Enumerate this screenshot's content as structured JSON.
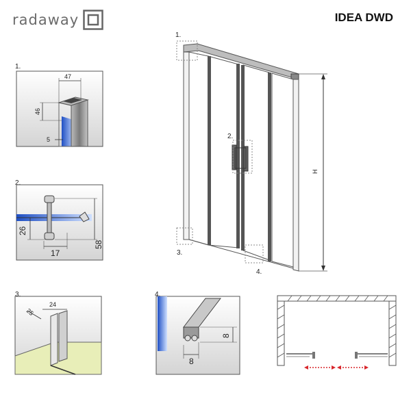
{
  "header": {
    "brand": "radaway",
    "product": "IDEA DWD"
  },
  "main_view": {
    "callout_1": "1.",
    "callout_2": "2.",
    "callout_3": "3.",
    "callout_4": "4.",
    "height_label": "H"
  },
  "details": [
    {
      "number": "1.",
      "dims": [
        "47",
        "46",
        "5"
      ]
    },
    {
      "number": "2.",
      "dims": [
        "26",
        "17",
        "58"
      ]
    },
    {
      "number": "3.",
      "dims": [
        "25",
        "24"
      ]
    },
    {
      "number": "4.",
      "dims": [
        "8",
        "8"
      ]
    }
  ],
  "colors": {
    "glass": "#3a6fd8",
    "profile": "#8a8a8a",
    "floor": "#e8eeb8",
    "arrow": "#d8262c"
  }
}
